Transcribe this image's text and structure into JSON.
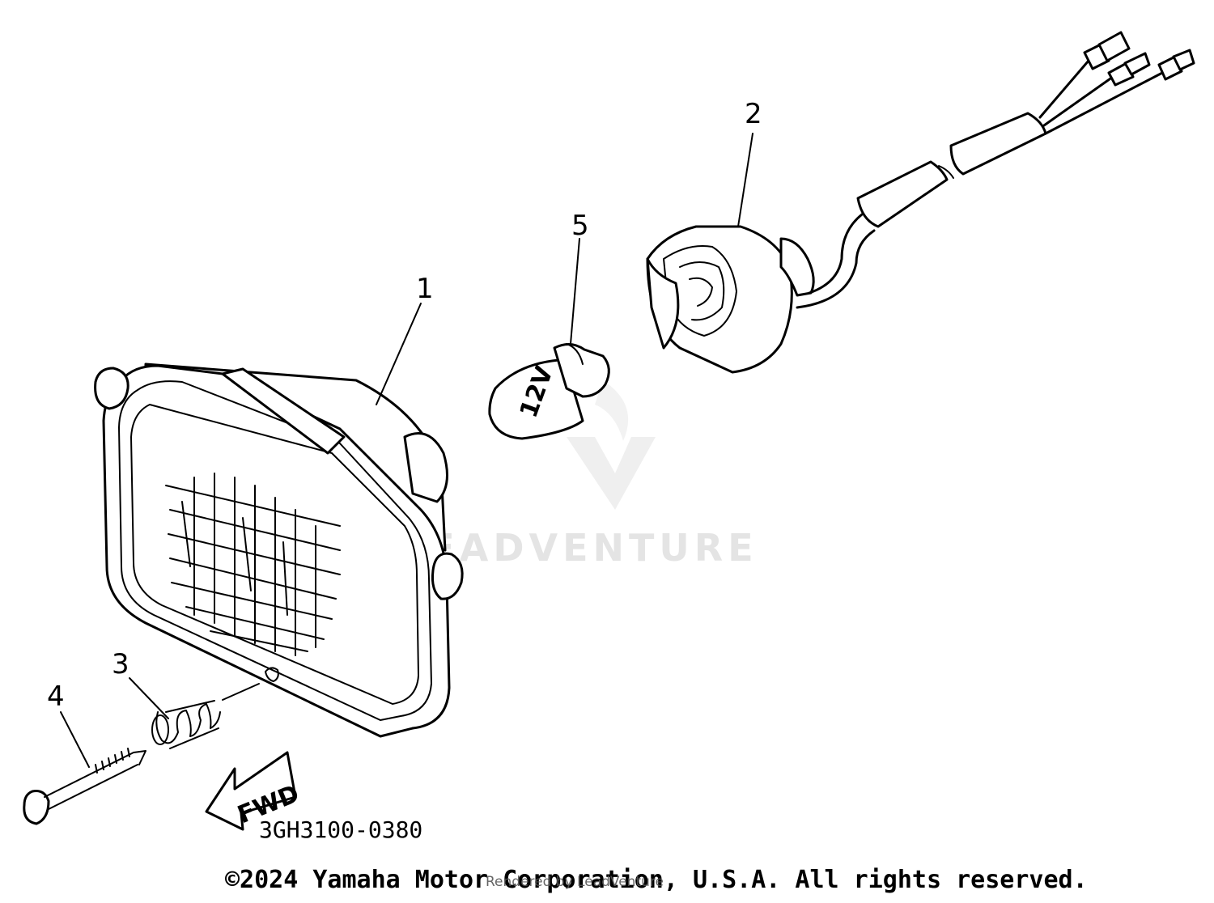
{
  "diagram": {
    "callouts": [
      {
        "id": "1",
        "label": "1"
      },
      {
        "id": "2",
        "label": "2"
      },
      {
        "id": "3",
        "label": "3"
      },
      {
        "id": "4",
        "label": "4"
      },
      {
        "id": "5",
        "label": "5"
      }
    ],
    "part_code": "3GH3100-0380",
    "direction_label": "FWD",
    "bulb_marking": "12V",
    "watermark_text": "LEADVENTURE",
    "watermark_logo": "leadventure-logo-icon"
  },
  "footer": {
    "copyright": "©2024 Yamaha Motor Corporation, U.S.A. All rights reserved.",
    "rendered_by": "Rendered by LeadVenture"
  }
}
